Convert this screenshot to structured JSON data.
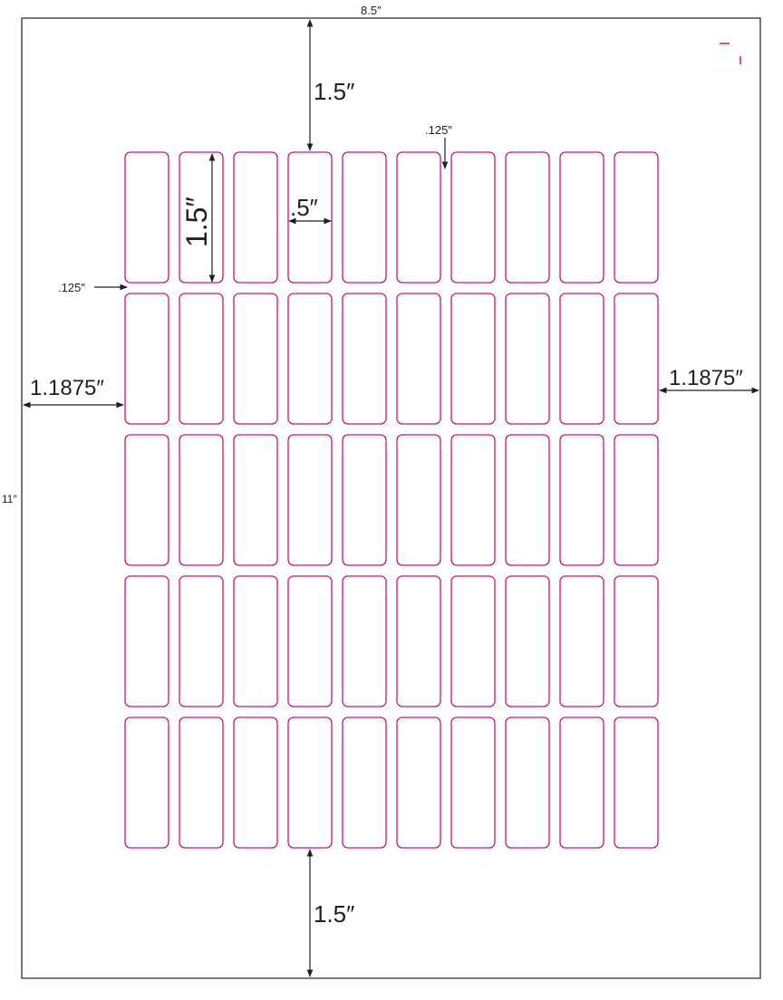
{
  "colors": {
    "label_outline": "#c2187a",
    "line": "#231f20",
    "background": "#ffffff"
  },
  "grid": {
    "columns": 10,
    "rows": 5
  },
  "dimensions": {
    "sheet_width": "8.5″",
    "sheet_height": "11″",
    "top_margin": "1.5″",
    "bottom_margin": "1.5″",
    "left_margin": "1.1875″",
    "right_margin": "1.1875″",
    "label_height": "1.5″",
    "label_width": ".5″",
    "horizontal_gap": ".125″",
    "vertical_gap": ".125″"
  }
}
